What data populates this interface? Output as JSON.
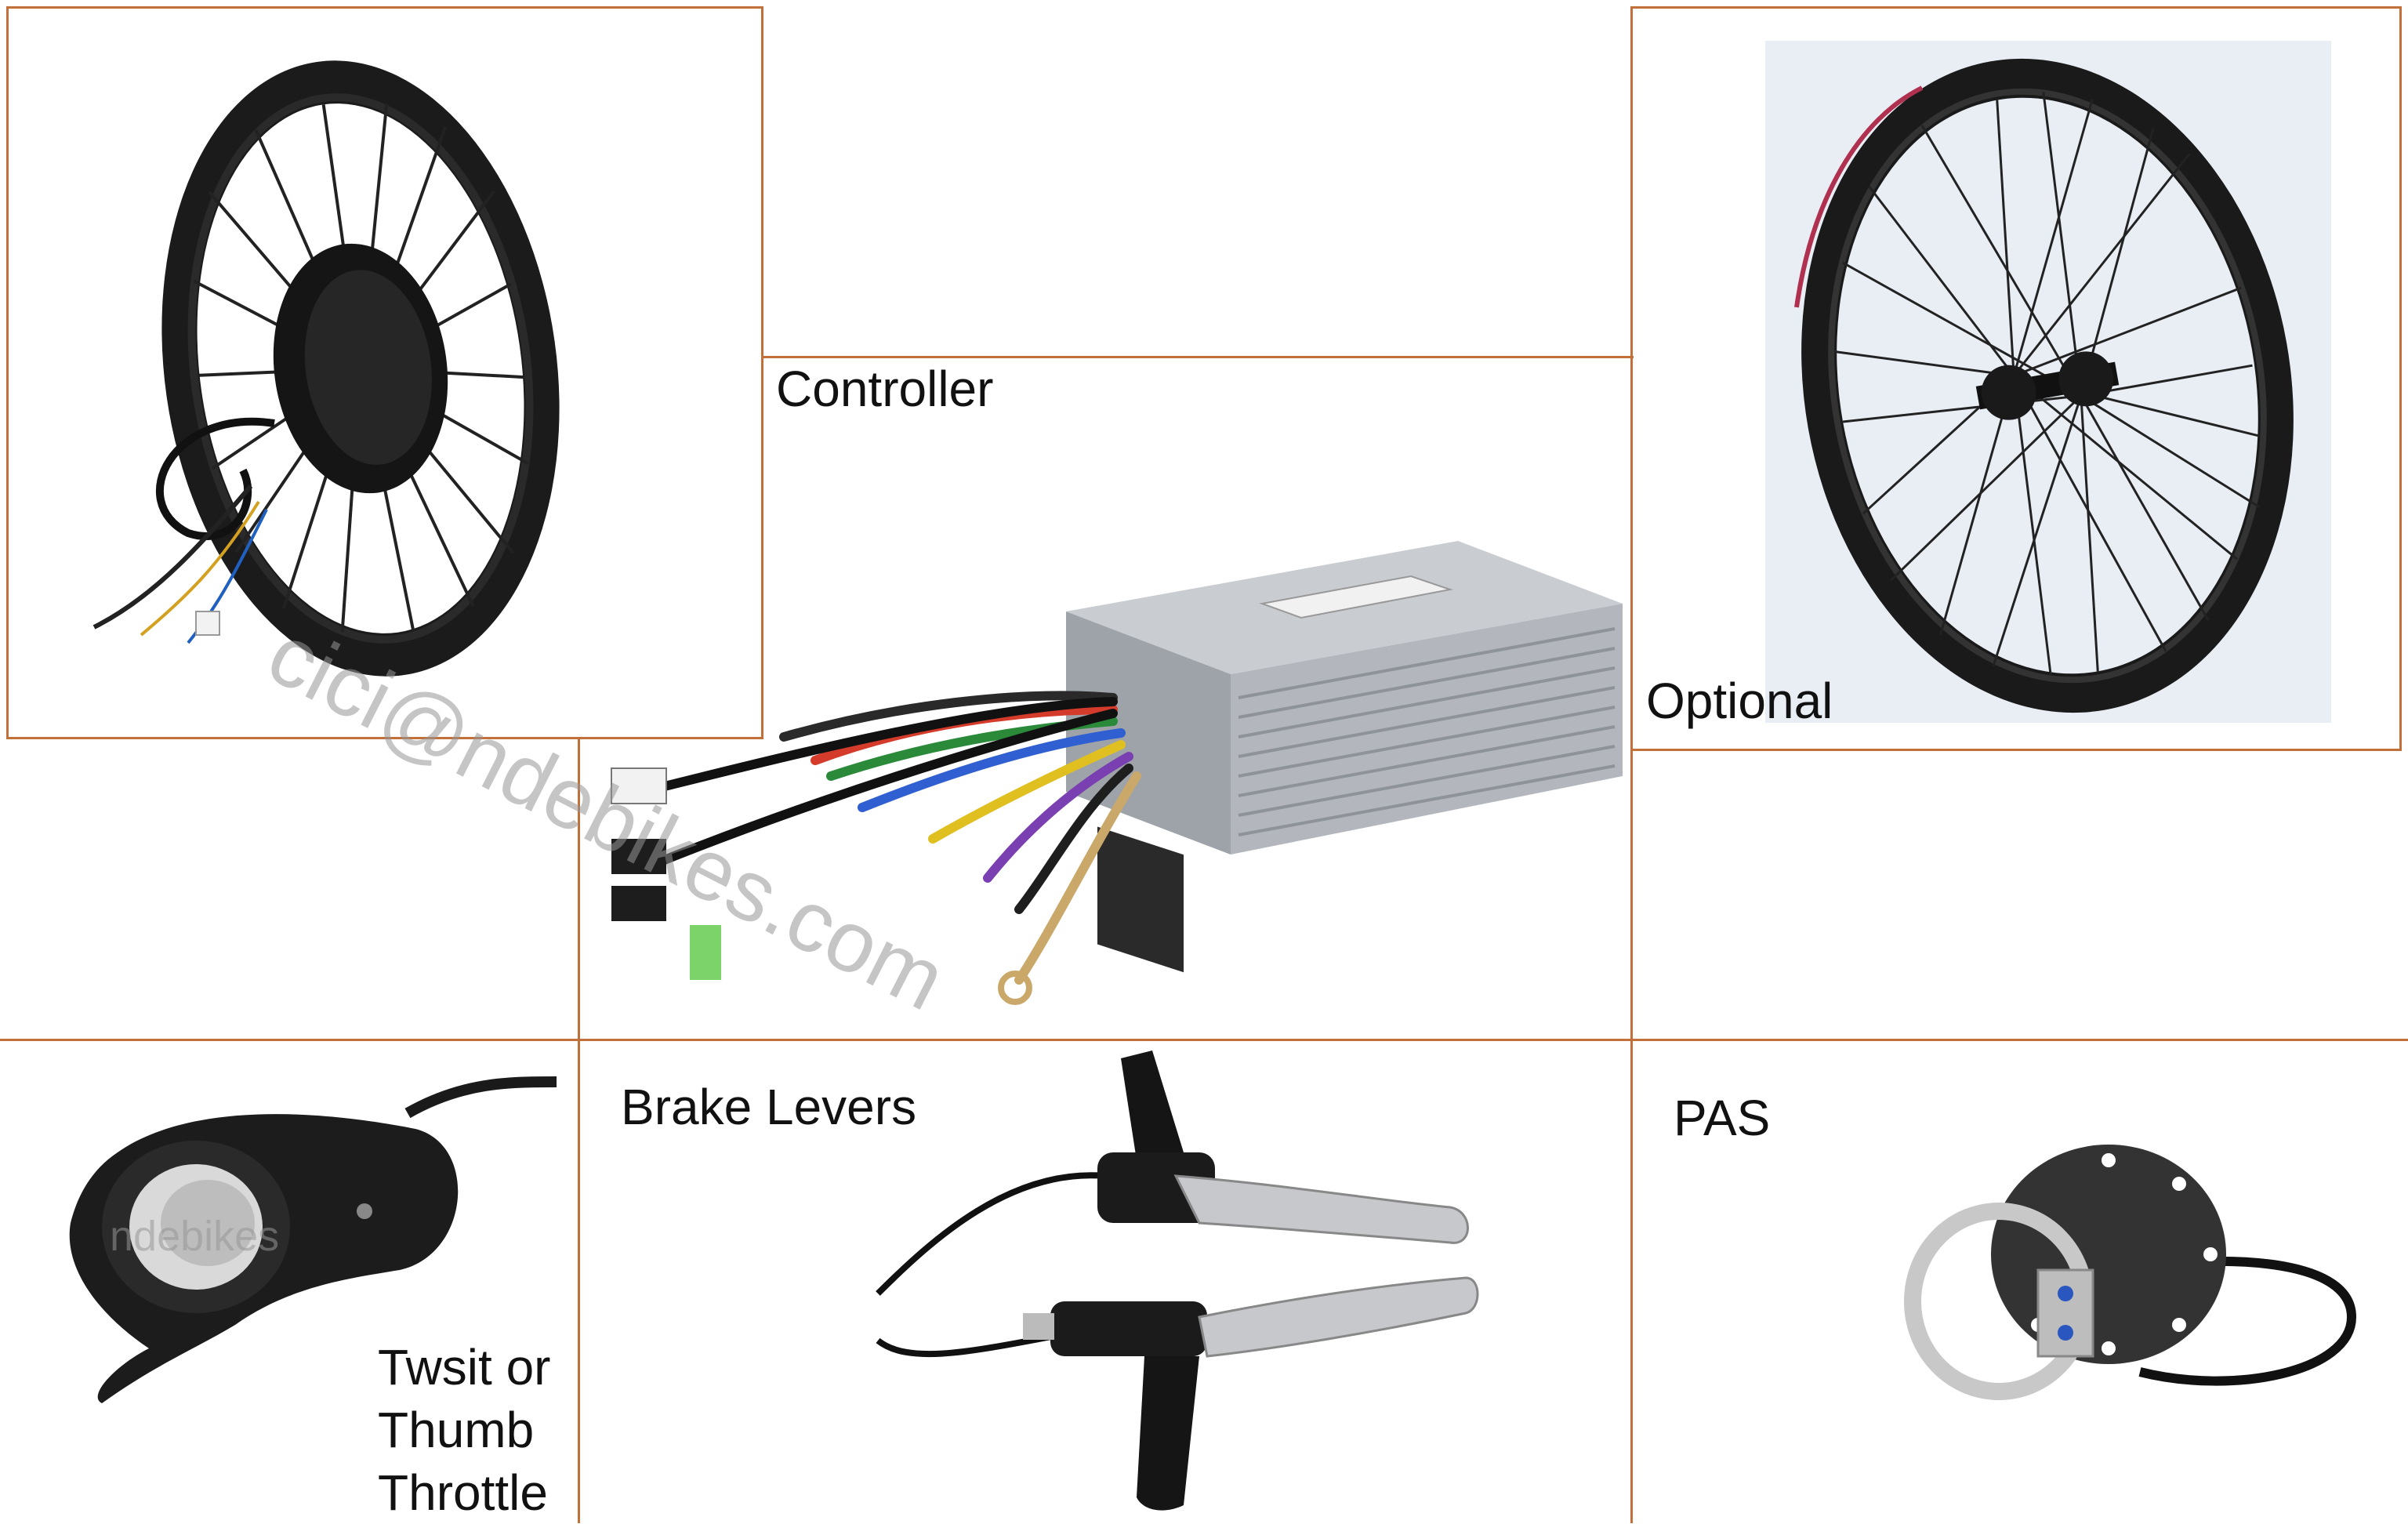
{
  "labels": {
    "controller": "Controller",
    "optional": "Optional",
    "brake_levers": "Brake Levers",
    "pas": "PAS",
    "throttle_line1": "Twsit or",
    "throttle_line2": "Thumb",
    "throttle_line3": "Throttle"
  },
  "watermarks": {
    "email": "cici@ndebikes.com",
    "brand": "ndebikes"
  },
  "colors": {
    "divider": "#c2703a",
    "text": "#111111",
    "background": "#ffffff"
  },
  "products": [
    {
      "name": "hub-motor-fat-wheel"
    },
    {
      "name": "controller"
    },
    {
      "name": "optional-fat-wheel"
    },
    {
      "name": "throttle"
    },
    {
      "name": "brake-levers"
    },
    {
      "name": "pas-sensor"
    }
  ]
}
